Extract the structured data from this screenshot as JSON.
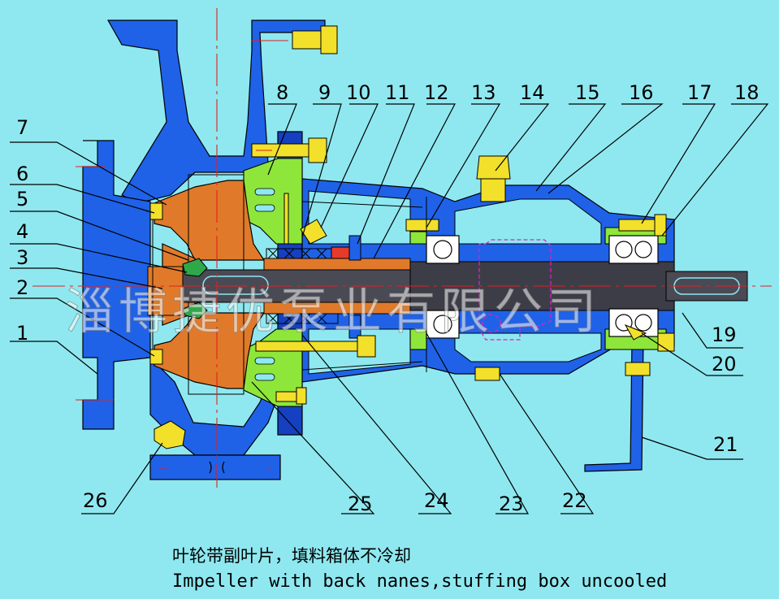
{
  "watermark": "淄博捷优泵业有限公司",
  "caption": {
    "chinese": "叶轮带副叶片，填料箱体不冷却",
    "english": "Impeller with back nanes,stuffing box uncooled"
  },
  "part_numbers": [
    "1",
    "2",
    "3",
    "4",
    "5",
    "6",
    "7",
    "8",
    "9",
    "10",
    "11",
    "12",
    "13",
    "14",
    "15",
    "16",
    "17",
    "18",
    "19",
    "20",
    "21",
    "22",
    "23",
    "24",
    "25",
    "26"
  ],
  "colors": {
    "background": "#8fe8f0",
    "casing": "#1f62e8",
    "impeller": "#e07a2a",
    "bracket": "#8ee63a",
    "fasteners": "#f2e02a",
    "shaft": "#4a4a55",
    "seal": "#e63a2a"
  }
}
